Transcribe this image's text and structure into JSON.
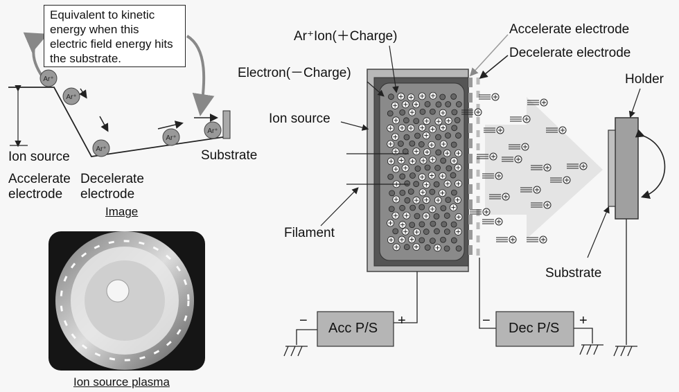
{
  "labels": {
    "callout": "Equivalent to kinetic energy when this electric field energy hits the substrate.",
    "ion_source_left": "Ion source",
    "accelerate_electrode_left": "Accelerate electrode",
    "decelerate_electrode_left": "Decelerate electrode",
    "substrate_left": "Substrate",
    "image_caption": "Image",
    "plasma_caption": "Ion source plasma",
    "ar_ion": "Ar⁺Ion(＋Charge)",
    "electron": "Electron(－Charge)",
    "ion_source_right": "Ion source",
    "filament": "Filament",
    "accelerate_electrode_right": "Accelerate electrode",
    "decelerate_electrode_right": "Decelerate electrode",
    "holder": "Holder",
    "substrate_right": "Substrate",
    "acc_ps": "Acc P/S",
    "dec_ps": "Dec P/S",
    "minus": "−",
    "plus": "+",
    "ar_ball": "Ar⁺"
  }
}
